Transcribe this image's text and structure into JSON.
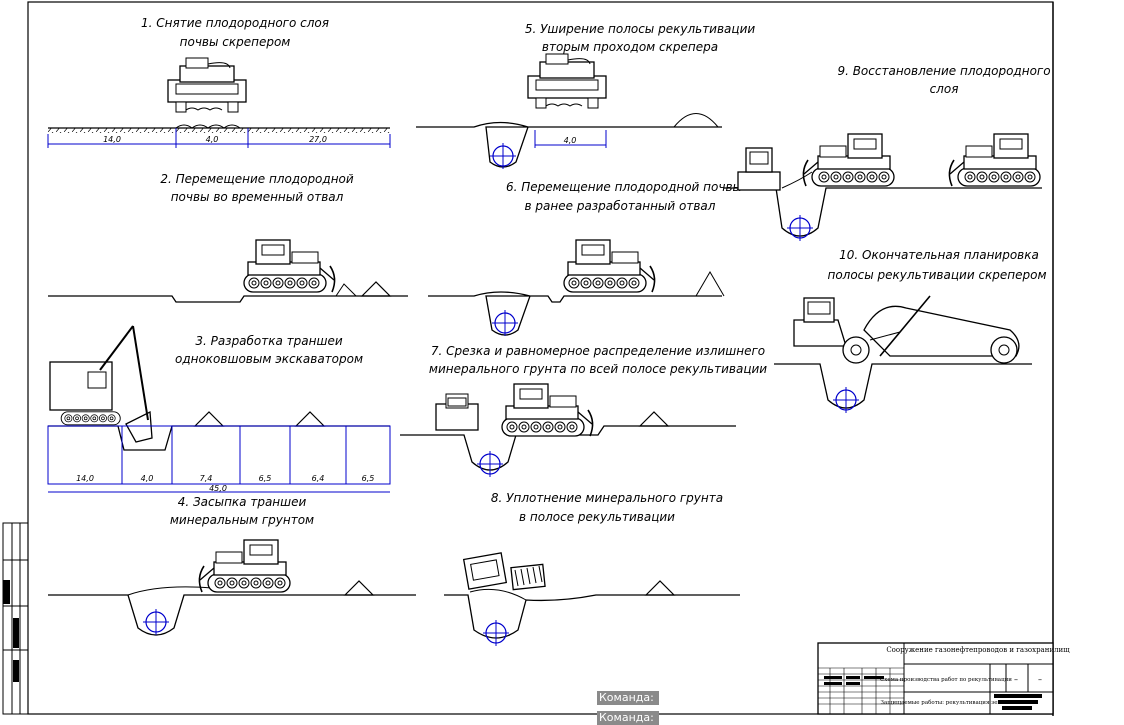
{
  "steps": [
    {
      "line1": "1. Снятие плодородного слоя",
      "line2": "почвы скрепером"
    },
    {
      "line1": "2. Перемещение плодородной",
      "line2": "почвы во временный отвал"
    },
    {
      "line1": "3. Разработка траншеи",
      "line2": "одноковшовым экскаватором"
    },
    {
      "line1": "4. Засыпка траншеи",
      "line2": "минеральным грунтом"
    },
    {
      "line1": "5. Уширение полосы рекультивации",
      "line2": "вторым проходом скрепера"
    },
    {
      "line1": "6. Перемещение плодородной почвы",
      "line2": "в ранее разработанный отвал"
    },
    {
      "line1": "7. Срезка и равномерное распределение излишнего",
      "line2": "минерального грунта по всей полосе рекультивации"
    },
    {
      "line1": "8. Уплотнение минерального грунта",
      "line2": "в полосе рекультивации"
    },
    {
      "line1": "9. Восстановление плодородного",
      "line2": "слоя"
    },
    {
      "line1": "10. Окончательная планировка",
      "line2": "полосы рекультивации скрепером"
    }
  ],
  "dimensions": {
    "step1": [
      "14,0",
      "4,0",
      "27,0"
    ],
    "step3": [
      "14,0",
      "4,0",
      "7,4",
      "6,5",
      "6,4",
      "6,5"
    ],
    "step3_total": "45,0",
    "step5": [
      "4,0"
    ]
  },
  "title_block": {
    "title": "Сооружение газонефтепроводов и газохранилищ",
    "sheet_title": "Схема производства работ по рекультивации",
    "subtitle": "Защищаемые работы: рекультивация земель"
  },
  "command_line": {
    "label1": "Команда:",
    "label2": "Команда:"
  },
  "colors": {
    "line": "#000000",
    "dimension": "#0000cc",
    "pipe": "#0000cc",
    "command_bg": "#8a8a8a"
  }
}
